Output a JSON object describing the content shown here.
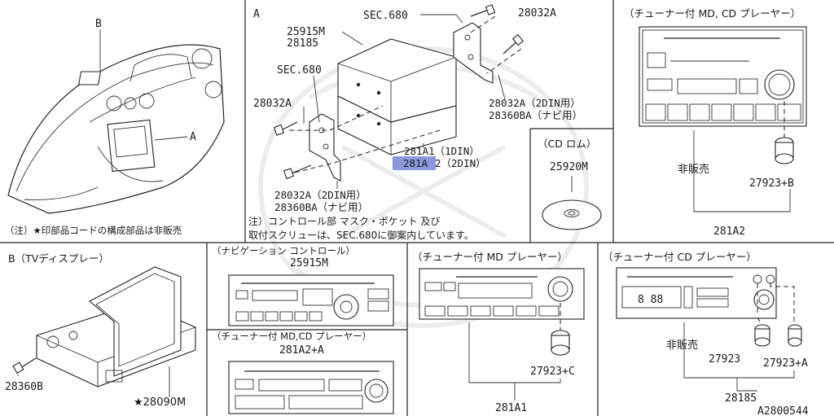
{
  "sections": {
    "a_label": "A",
    "b_callout": "B",
    "a_callout": "A",
    "b_title": "B（TVディスプレー）",
    "nav_title": "（ナビゲーション コントロール）",
    "md_cd_upper_title": "（チューナー付 MD, CD プレーヤー）",
    "md_cd_lower_title": "（チューナー付 MD,CD プレーヤー）",
    "md_title": "（チューナー付 MD プレーヤー）",
    "cd_title": "（チューナー付 CD プレーヤー）",
    "cdrom_title": "（CD ロム）"
  },
  "notes": {
    "left_note": "（注）★印部品コードの構成部品は非販売",
    "center_note_line1": "注）コントロール部 マスク・ポケット 及び",
    "center_note_line2": "取付スクリューは、SEC.680に御案内しています。"
  },
  "parts": {
    "sec680_top": "SEC.680",
    "p28032a_top": "28032A",
    "p25915m_a": "25915M",
    "p28185_a": "28185",
    "sec680_left": "SEC.680",
    "p28032a_left": "28032A",
    "p28032a_2din_right": "28032A（2DIN用）",
    "p28360ba_navi_right": "28360BA（ナビ用）",
    "p281a1_1din": "281A1（1DIN）",
    "p281a2_hl": "281A",
    "p281a2_rest": "2（2DIN）",
    "p28032a_2din_bottom": "28032A（2DIN用）",
    "p28360ba_navi_bottom": "28360BA（ナビ用）",
    "p25920m": "25920M",
    "hihanbai_upper": "非販売",
    "p27923b": "27923+B",
    "p281a2_upper": "281A2",
    "p28360b": "28360B",
    "p28090m": "★28090M",
    "p25915m_nav": "25915M",
    "p281a2a": "281A2+A",
    "p27923c": "27923+C",
    "p281a1_md": "281A1",
    "hihanbai_lower": "非販売",
    "p27923": "27923",
    "p27923a": "27923+A",
    "p28185_cd": "28185",
    "diagram_id": "A2800544"
  },
  "display": {
    "cd_display": "8 88"
  },
  "colors": {
    "highlight": "#8c97dc",
    "line": "#222222"
  }
}
